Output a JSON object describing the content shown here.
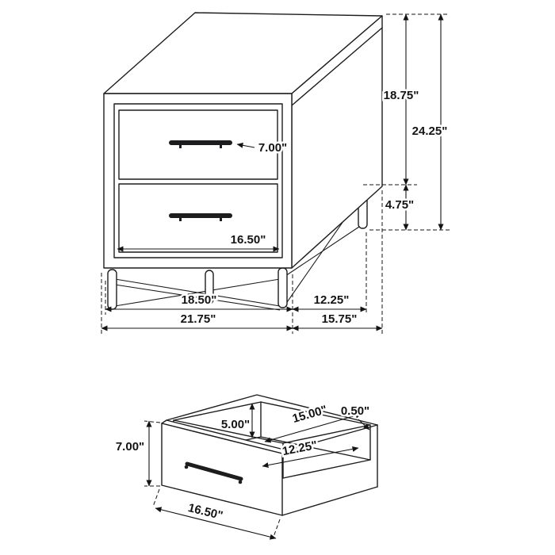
{
  "colors": {
    "line": "#1d1d1f",
    "label": "#141414",
    "background": "#ffffff"
  },
  "nightstand": {
    "dim_drawer_front_height": "7.00\"",
    "dim_front_opening_width": "16.50\"",
    "dim_case_height": "18.75\"",
    "dim_overall_height": "24.25\"",
    "dim_leg_height": "4.75\"",
    "dim_front_leg_span": "18.50\"",
    "dim_side_leg_span": "12.25\"",
    "dim_overall_width": "21.75\"",
    "dim_overall_depth": "15.75\""
  },
  "drawer": {
    "dim_interior_height": "5.00\"",
    "dim_interior_width": "15.00\"",
    "dim_wall_thickness": "0.50\"",
    "dim_interior_depth": "12.25\"",
    "dim_front_height": "7.00\"",
    "dim_front_width": "16.50\""
  }
}
